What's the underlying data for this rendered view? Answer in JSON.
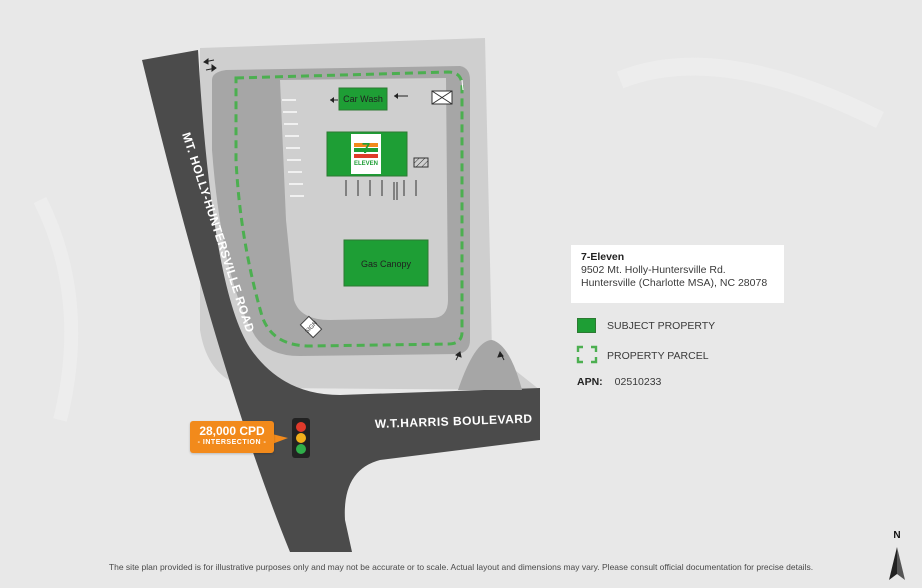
{
  "roads": {
    "main": "MT. HOLLY-HUNTERSVILLE ROAD",
    "cross": "W.T.HARRIS BOULEVARD"
  },
  "buildings": {
    "car_wash": "Car Wash",
    "store_logo": "ELEVEN",
    "gas_canopy": "Gas Canopy",
    "sign": "SIGN"
  },
  "info": {
    "name": "7-Eleven",
    "address_line1": "9502 Mt. Holly-Huntersville Rd.",
    "address_line2": "Huntersville (Charlotte MSA), NC 28078"
  },
  "legend": {
    "subject_property": "SUBJECT PROPERTY",
    "property_parcel": "PROPERTY PARCEL",
    "apn_label": "APN:",
    "apn_value": "02510233"
  },
  "traffic": {
    "count": "28,000 CPD",
    "location": "- INTERSECTION -"
  },
  "disclaimer": "The site plan provided is for illustrative purposes only and may not be accurate or to scale. Actual layout and dimensions may vary. Please consult official documentation for precise details.",
  "north_label": "N",
  "colors": {
    "road": "#4b4b4b",
    "lot": "#cfcfcf",
    "building_green": "#1e9e35",
    "parcel_dash": "#4caf50",
    "badge": "#f28a1b",
    "background": "#e9e9e9"
  },
  "icons": {
    "traffic_light": "traffic-light-icon",
    "north_arrow": "north-arrow-icon"
  }
}
